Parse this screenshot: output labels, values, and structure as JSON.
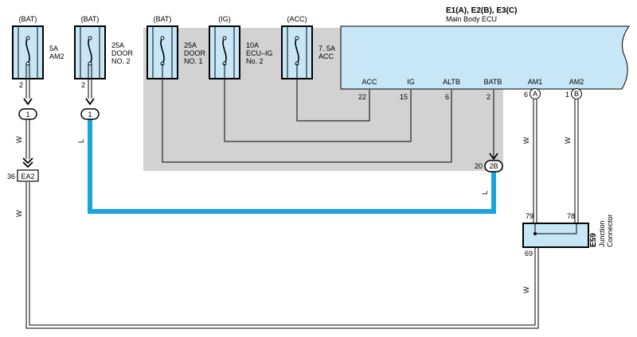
{
  "ecu": {
    "title": "E1(A), E2(B), E3(C)",
    "subtitle": "Main Body ECU",
    "pins": [
      {
        "name": "ACC",
        "number": "22"
      },
      {
        "name": "IG",
        "number": "15"
      },
      {
        "name": "ALTB",
        "number": "6"
      },
      {
        "name": "BATB",
        "number": "2"
      },
      {
        "name": "AM1",
        "number": "6",
        "connector": "A"
      },
      {
        "name": "AM2",
        "number": "1",
        "connector": "B"
      }
    ]
  },
  "fuses": [
    {
      "source": "(BAT)",
      "line1": "5A",
      "line2": "AM2",
      "line3": "",
      "pin": "2"
    },
    {
      "source": "(BAT)",
      "line1": "25A",
      "line2": "DOOR",
      "line3": "NO. 2",
      "pin": "2"
    },
    {
      "source": "(BAT)",
      "line1": "25A",
      "line2": "DOOR",
      "line3": "NO. 1",
      "pin": ""
    },
    {
      "source": "(IG)",
      "line1": "10A",
      "line2": "ECU–IG",
      "line3": "No. 2",
      "pin": ""
    },
    {
      "source": "(ACC)",
      "line1": "7. 5A",
      "line2": "ACC",
      "line3": "",
      "pin": ""
    }
  ],
  "connectors": {
    "c1_left": "1",
    "c1_right": "1",
    "ea2": {
      "label": "EA2",
      "pin": "36"
    },
    "c2b": {
      "label": "2B",
      "pin": "20"
    }
  },
  "junction": {
    "id": "E59",
    "name_line1": "Junction",
    "name_line2": "Connector",
    "pin_79": "79",
    "pin_78": "78",
    "pin_69": "69"
  },
  "wire_colors": {
    "w1": "W",
    "w2": "W",
    "w3": "W",
    "w4": "W",
    "w5": "W",
    "l1": "L",
    "l2": "L"
  },
  "colors": {
    "ecu_fill": "#c7e7f7",
    "fuse_fill": "#c7e7f7",
    "relay_block": "#d2d2d2",
    "wire_blue": "#1ba3dd"
  }
}
